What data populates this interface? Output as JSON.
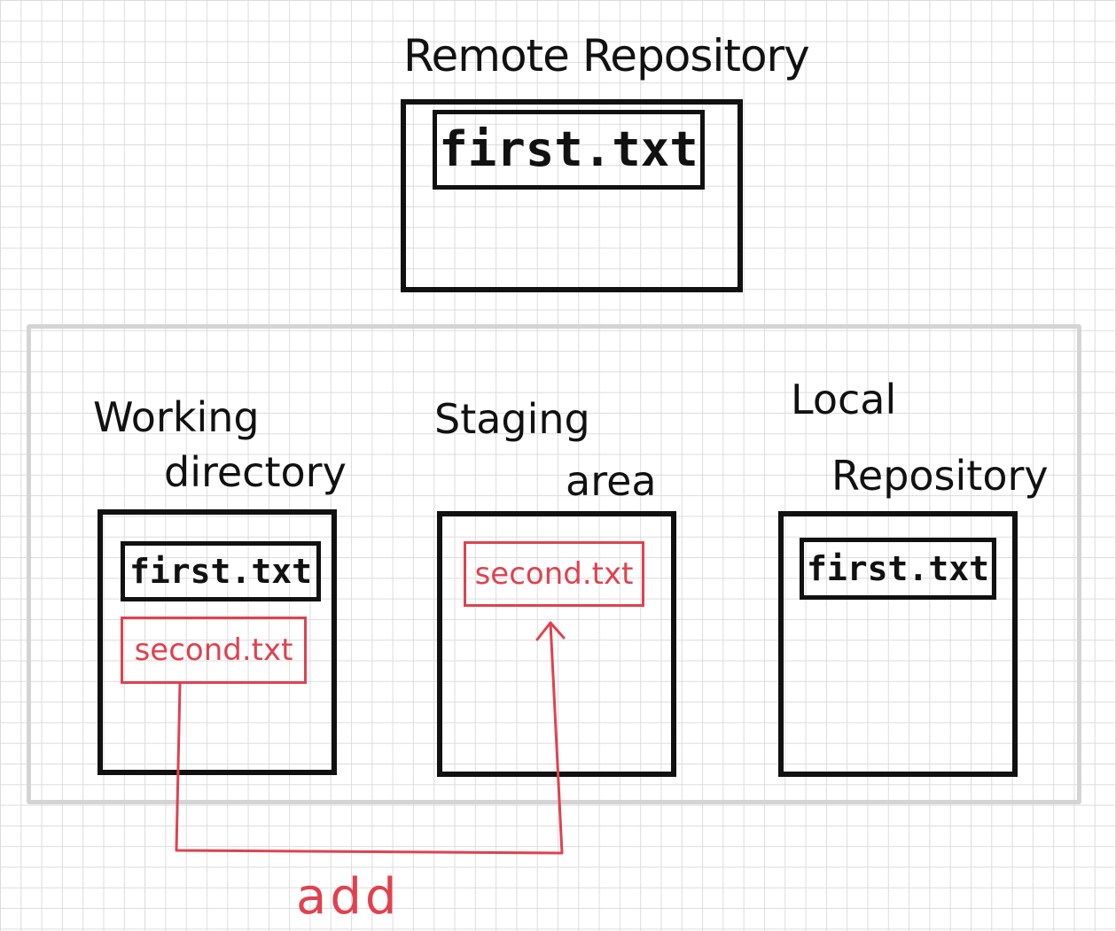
{
  "remote": {
    "title": "Remote Repository",
    "files": [
      "first.txt"
    ]
  },
  "working": {
    "title_line1": "Working",
    "title_line2": "directory",
    "files": [
      "first.txt",
      "second.txt"
    ]
  },
  "staging": {
    "title_line1": "Staging",
    "title_line2": "area",
    "files": [
      "second.txt"
    ]
  },
  "local": {
    "title_line1": "Local",
    "title_line2": "Repository",
    "files": [
      "first.txt"
    ]
  },
  "arrow": {
    "label": "add"
  },
  "colors": {
    "ink": "#111111",
    "red": "#e0414f",
    "frame": "#d4d4d4",
    "grid": "#dcdcdc"
  }
}
